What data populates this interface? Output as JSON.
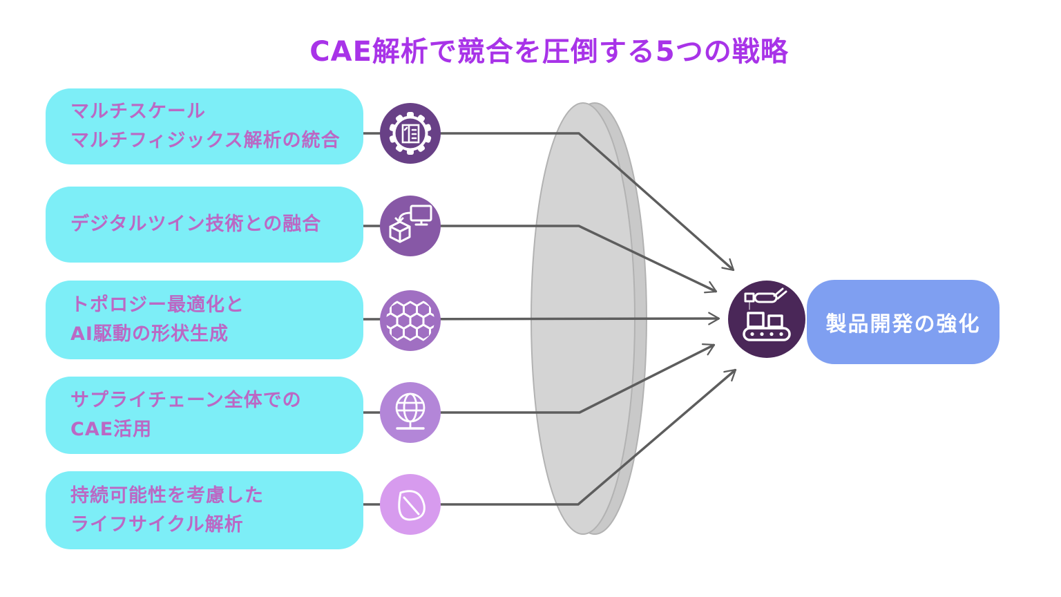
{
  "title": {
    "text": "CAE解析で競合を圧倒する5つの戦略",
    "color": "#a833e8"
  },
  "strategies": [
    {
      "lines": [
        "マルチスケール",
        "マルチフィジックス解析の統合"
      ],
      "icon": "gear-document-icon",
      "icon_color": "#684086"
    },
    {
      "lines": [
        "デジタルツイン技術との融合"
      ],
      "icon": "digital-twin-icon",
      "icon_color": "#8758a6"
    },
    {
      "lines": [
        "トポロジー最適化と",
        "AI駆動の形状生成"
      ],
      "icon": "hexagon-mesh-icon",
      "icon_color": "#a06fc2"
    },
    {
      "lines": [
        "サプライチェーン全体での",
        "CAE活用"
      ],
      "icon": "globe-icon",
      "icon_color": "#b386d8"
    },
    {
      "lines": [
        "持続可能性を考慮した",
        "ライフサイクル解析"
      ],
      "icon": "leaf-icon",
      "icon_color": "#d79bee"
    }
  ],
  "outcome": {
    "label": "製品開発の強化",
    "icon": "factory-robot-arm-icon",
    "icon_color": "#4a2758",
    "box_color": "#7f9ff1",
    "text_color": "#ffffff"
  },
  "colors": {
    "card_background": "#7deef7",
    "card_text": "#bb68c4",
    "arrow": "#5d5d5d",
    "lens_front": "#d4d4d4",
    "lens_back": "#c9c9c9",
    "lens_stroke": "#b2b2b2",
    "background": "#ffffff"
  }
}
